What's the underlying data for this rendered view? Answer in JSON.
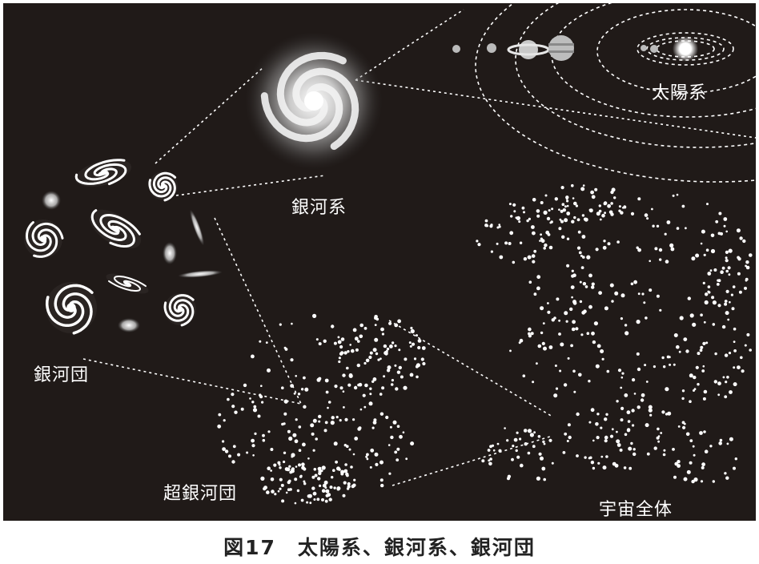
{
  "labels": {
    "solar_system": "太陽系",
    "galaxy": "銀河系",
    "galaxy_cluster": "銀河団",
    "supercluster": "超銀河団",
    "universe": "宇宙全体"
  },
  "caption": "図17　太陽系、銀河系、銀河団",
  "colors": {
    "background": "#201a18",
    "foreground": "#ffffff",
    "caption": "#222222"
  }
}
